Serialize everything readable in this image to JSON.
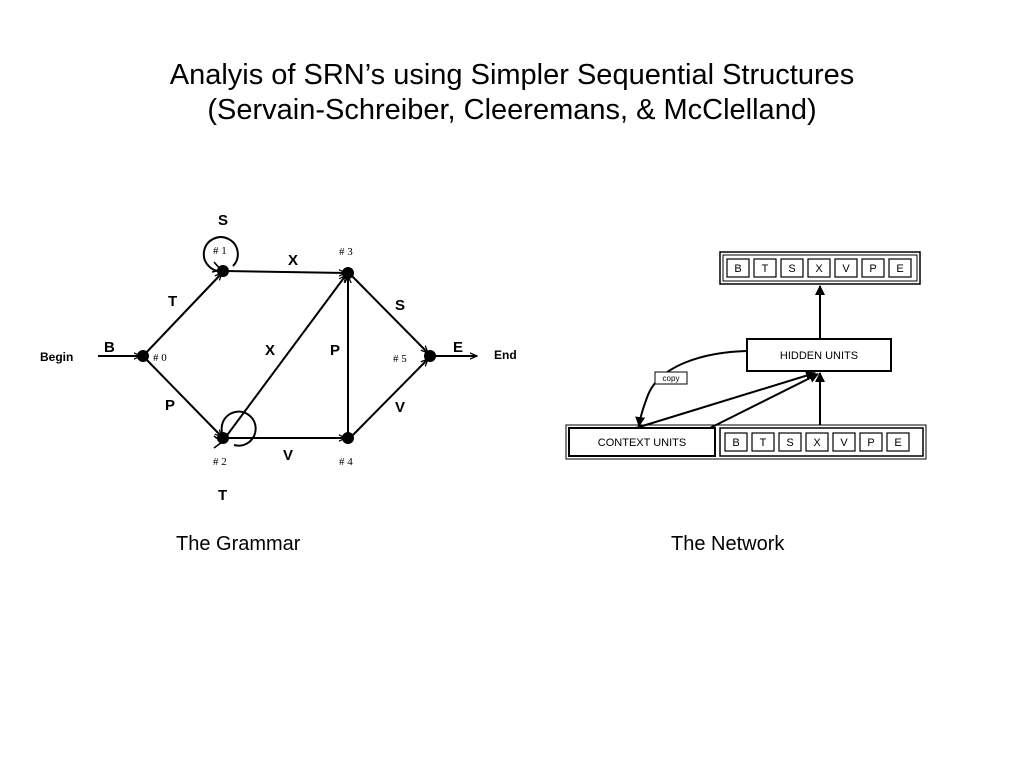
{
  "title": {
    "line1": "Analyis of SRN’s using Simpler Sequential Structures",
    "line2": "(Servain-Schreiber, Cleeremans, & McClelland)"
  },
  "grammar": {
    "caption": "The Grammar",
    "begin_label": "Begin",
    "end_label": "End",
    "nodes": [
      "# 0",
      "# 1",
      "# 2",
      "# 3",
      "# 4",
      "# 5"
    ],
    "edge_labels": {
      "b": "B",
      "t_top": "T",
      "p_bottom": "P",
      "s_loop": "S",
      "t_loop": "T",
      "x_top": "X",
      "x_diag": "X",
      "p_vert": "P",
      "v_bottom": "V",
      "s_right": "S",
      "v_right": "V",
      "e": "E"
    }
  },
  "network": {
    "caption": "The Network",
    "output_units": [
      "B",
      "T",
      "S",
      "X",
      "V",
      "P",
      "E"
    ],
    "hidden_label": "HIDDEN UNITS",
    "context_label": "CONTEXT UNITS",
    "copy_label": "copy",
    "input_units": [
      "B",
      "T",
      "S",
      "X",
      "V",
      "P",
      "E"
    ]
  }
}
